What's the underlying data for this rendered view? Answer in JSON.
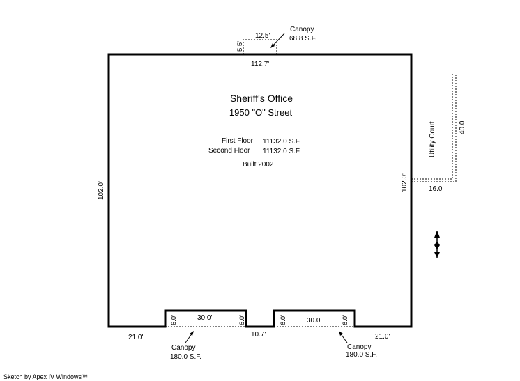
{
  "building": {
    "name": "Sheriff's Office",
    "address": "1950 \"O\" Street",
    "floors": [
      {
        "label": "First Floor",
        "area": "11132.0 S.F."
      },
      {
        "label": "Second Floor",
        "area": "11132.0 S.F."
      }
    ],
    "built": "Built 2002"
  },
  "dimensions": {
    "top": "112.7'",
    "left": "102.0'",
    "right": "102.0'",
    "bottom_left": "21.0'",
    "bottom_middle": "10.7'",
    "bottom_right": "21.0'"
  },
  "top_canopy": {
    "label": "Canopy",
    "area": "68.8 S.F.",
    "width": "12.5'",
    "depth": "5.5'"
  },
  "bottom_canopy_left": {
    "label": "Canopy",
    "area": "180.0 S.F.",
    "width": "30.0'",
    "depth_left": "6.0'",
    "depth_right": "6.0'"
  },
  "bottom_canopy_right": {
    "label": "Canopy",
    "area": "180.0 S.F.",
    "width": "30.0'",
    "depth_left": "6.0'",
    "depth_right": "6.0'"
  },
  "utility_court": {
    "label": "Utility Court",
    "length": "40.0'",
    "width": "16.0'"
  },
  "footer": "Sketch by Apex IV Windows™"
}
